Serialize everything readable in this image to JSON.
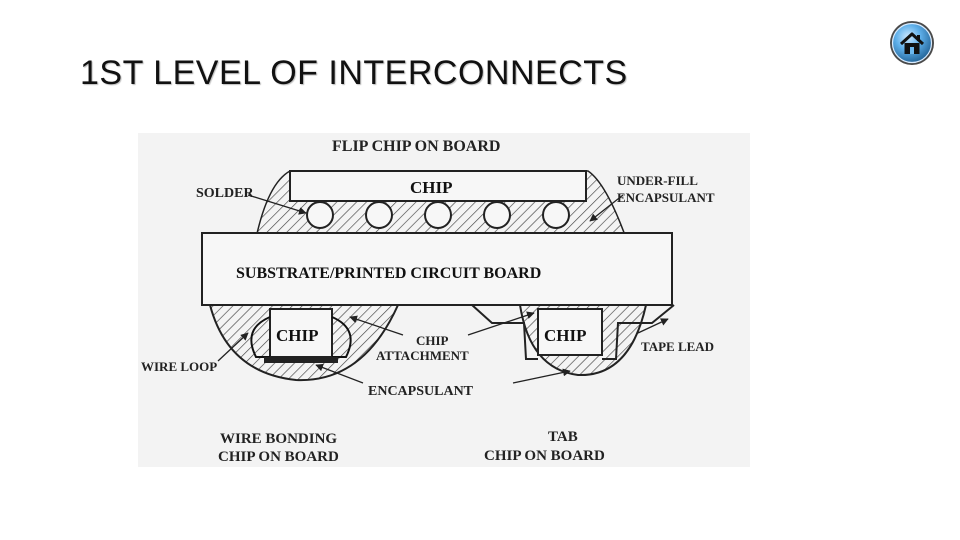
{
  "slide": {
    "title": "1ST LEVEL OF INTERCONNECTS"
  },
  "nav": {
    "home_icon": "home-icon",
    "accent": "#3a8fd0"
  },
  "diagram": {
    "labels": {
      "flip_chip_on_board": "FLIP CHIP ON BOARD",
      "chip_top": "CHIP",
      "solder": "SOLDER",
      "under_fill": "UNDER-FILL",
      "encapsulant_upper": "ENCAPSULANT",
      "substrate": "SUBSTRATE/PRINTED CIRCUIT BOARD",
      "chip_left": "CHIP",
      "chip_attachment_1": "CHIP",
      "chip_attachment_2": "ATTACHMENT",
      "chip_right": "CHIP",
      "tape_lead": "TAPE LEAD",
      "wire_loop": "WIRE LOOP",
      "encapsulant_lower": "ENCAPSULANT",
      "wire_bonding_1": "WIRE BONDING",
      "wire_bonding_2": "CHIP ON BOARD",
      "tab_1": "TAB",
      "tab_2": "CHIP ON BOARD"
    }
  }
}
